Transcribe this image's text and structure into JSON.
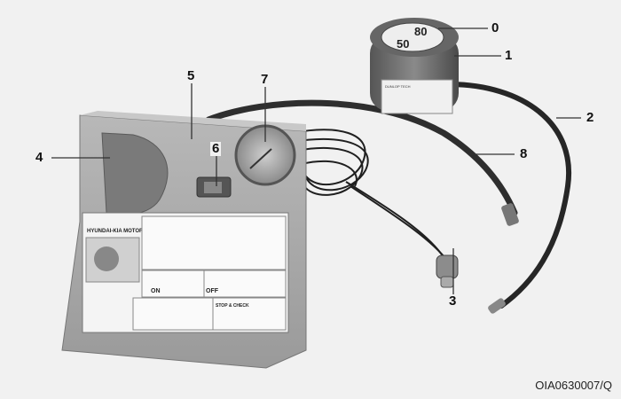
{
  "figure_code": "OIA0630007/Q",
  "callouts": [
    {
      "number": "0",
      "part": "sealant-bottle-cap"
    },
    {
      "number": "1",
      "part": "sealant-bottle"
    },
    {
      "number": "2",
      "part": "filler-hose"
    },
    {
      "number": "3",
      "part": "power-connector-plug"
    },
    {
      "number": "4",
      "part": "bottle-holder"
    },
    {
      "number": "5",
      "part": "compressor"
    },
    {
      "number": "6",
      "part": "on-off-switch"
    },
    {
      "number": "7",
      "part": "pressure-gauge"
    },
    {
      "number": "8",
      "part": "air-hose"
    }
  ],
  "bottle_label": {
    "speed": "80",
    "distance": "50",
    "brand": "DUNLOP TECH"
  },
  "instruction_label": {
    "brand": "HYUNDAI-KIA MOTORS",
    "on_text": "ON",
    "off_text": "OFF",
    "stop_text": "STOP & CHECK"
  },
  "colors": {
    "background": "#f1f1f1",
    "body": "#a9a9a9",
    "hose": "#2a2a2a"
  }
}
